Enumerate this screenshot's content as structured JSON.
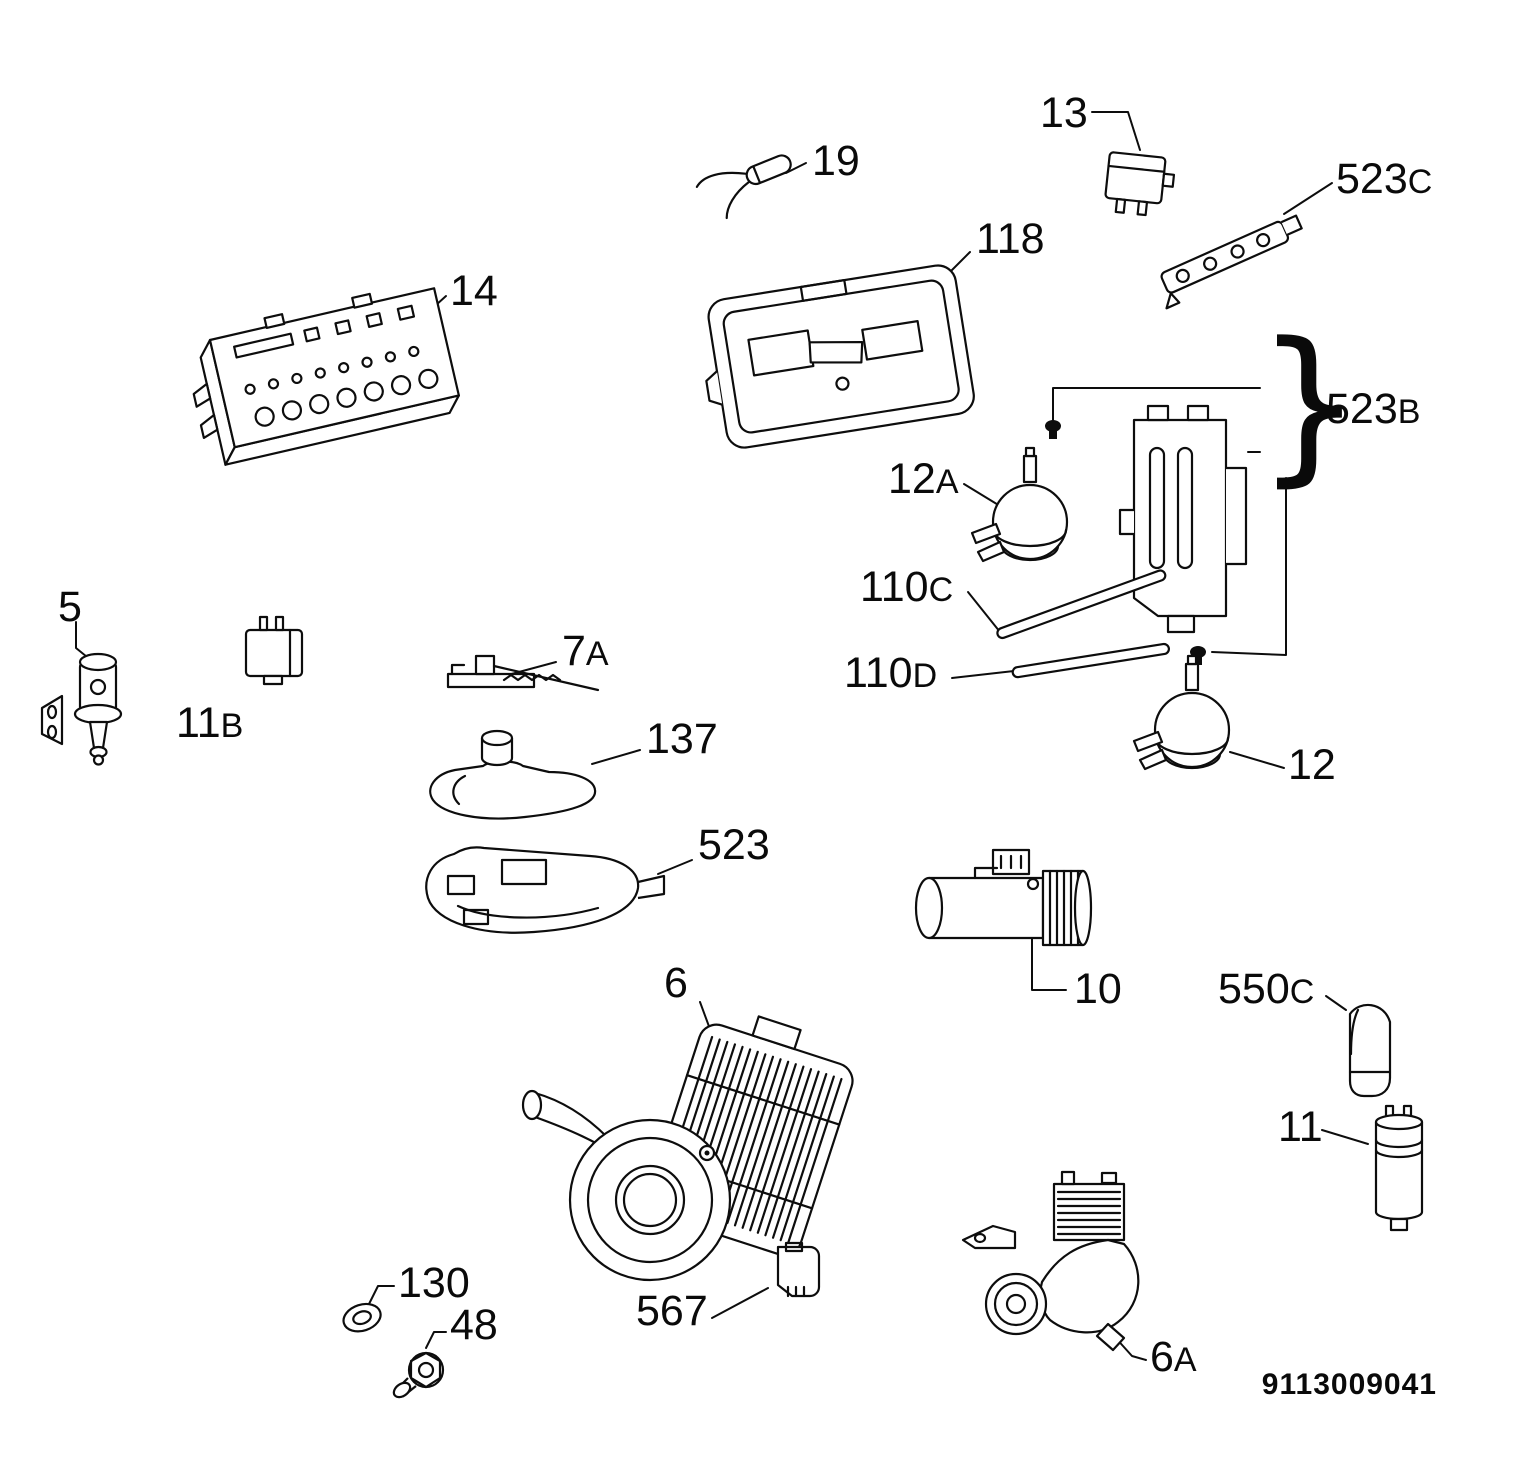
{
  "colors": {
    "ink": "#0d0d0d",
    "paper": "#ffffff"
  },
  "brace": "}",
  "doc_number": "9113009041",
  "labels": {
    "p14": {
      "num": "14",
      "suf": ""
    },
    "p19": {
      "num": "19",
      "suf": ""
    },
    "p13": {
      "num": "13",
      "suf": ""
    },
    "p523c": {
      "num": "523",
      "suf": "C"
    },
    "p118": {
      "num": "118",
      "suf": ""
    },
    "p523b": {
      "num": "523",
      "suf": "B"
    },
    "p12a": {
      "num": "12",
      "suf": "A"
    },
    "p110c": {
      "num": "110",
      "suf": "C"
    },
    "p110d": {
      "num": "110",
      "suf": "D"
    },
    "p5": {
      "num": "5",
      "suf": ""
    },
    "p11b": {
      "num": "11",
      "suf": "B"
    },
    "p7a": {
      "num": "7",
      "suf": "A"
    },
    "p137": {
      "num": "137",
      "suf": ""
    },
    "p523": {
      "num": "523",
      "suf": ""
    },
    "p12": {
      "num": "12",
      "suf": ""
    },
    "p10": {
      "num": "10",
      "suf": ""
    },
    "p550c": {
      "num": "550",
      "suf": "C"
    },
    "p11": {
      "num": "11",
      "suf": ""
    },
    "p6": {
      "num": "6",
      "suf": ""
    },
    "p567": {
      "num": "567",
      "suf": ""
    },
    "p130": {
      "num": "130",
      "suf": ""
    },
    "p48": {
      "num": "48",
      "suf": ""
    },
    "p6a": {
      "num": "6",
      "suf": "A"
    }
  }
}
